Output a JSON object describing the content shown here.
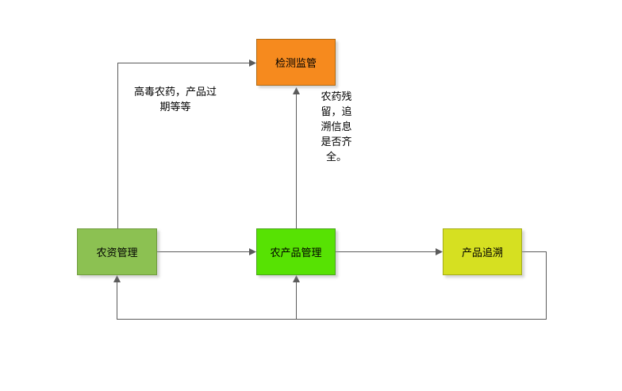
{
  "page": {
    "background": "#ffffff"
  },
  "diagram": {
    "type": "flowchart",
    "line_color": "#5b5b5b",
    "text_color": "#000000",
    "nodes": [
      {
        "id": "testing-supervision",
        "label": "检测监管",
        "fill": "#f68a1e",
        "border": "#b06a12"
      },
      {
        "id": "agri-materials-mgmt",
        "label": "农资管理",
        "fill": "#8cc152",
        "border": "#6e9a3d"
      },
      {
        "id": "agri-products-mgmt",
        "label": "农产品管理",
        "fill": "#57e203",
        "border": "#4aa31d"
      },
      {
        "id": "product-traceability",
        "label": "产品追溯",
        "fill": "#d6e021",
        "border": "#a4ac19"
      }
    ],
    "edges": [
      {
        "from": "农资管理",
        "to": "检测监管",
        "label": "高毒农药，产品过期等等"
      },
      {
        "from": "农产品管理",
        "to": "检测监管",
        "label": "农药残留，追溯信息是否齐全。"
      },
      {
        "from": "农资管理",
        "to": "农产品管理",
        "label": ""
      },
      {
        "from": "农产品管理",
        "to": "产品追溯",
        "label": ""
      },
      {
        "from": "产品追溯",
        "to": "农资管理",
        "label": ""
      },
      {
        "from": "产品追溯",
        "to": "农产品管理",
        "label": ""
      }
    ]
  }
}
